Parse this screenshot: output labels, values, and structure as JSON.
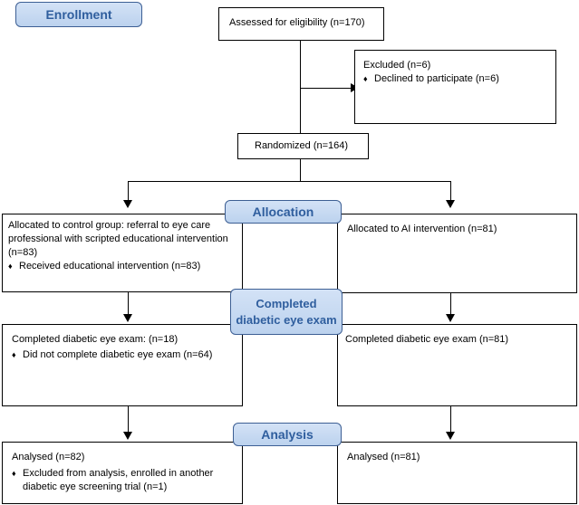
{
  "stages": {
    "enrollment": "Enrollment",
    "allocation": "Allocation",
    "completed": "Completed diabetic eye exam",
    "analysis": "Analysis"
  },
  "assessed": "Assessed for eligibility (n=170)",
  "excluded": {
    "title": "Excluded (n=6)",
    "bullet": "Declined to participate (n=6)"
  },
  "randomized": "Randomized (n=164)",
  "control_alloc": {
    "text": "Allocated to control group: referral to eye care professional with scripted educational intervention (n=83)",
    "bullet": "Received educational intervention (n=83)"
  },
  "ai_alloc": {
    "text": "Allocated to AI intervention (n=81)"
  },
  "control_completed": {
    "text": "Completed diabetic eye exam: (n=18)",
    "bullet": "Did not complete diabetic eye exam (n=64)"
  },
  "ai_completed": {
    "text": "Completed diabetic eye exam (n=81)"
  },
  "control_analysis": {
    "text": "Analysed (n=82)",
    "bullet": "Excluded from analysis, enrolled in another diabetic eye screening trial (n=1)"
  },
  "ai_analysis": {
    "text": "Analysed (n=81)"
  },
  "bullet_glyph": "♦",
  "colors": {
    "stage_fill": "#c9dbf2",
    "stage_text": "#2f5e9e",
    "stage_border": "#3d5f94"
  }
}
